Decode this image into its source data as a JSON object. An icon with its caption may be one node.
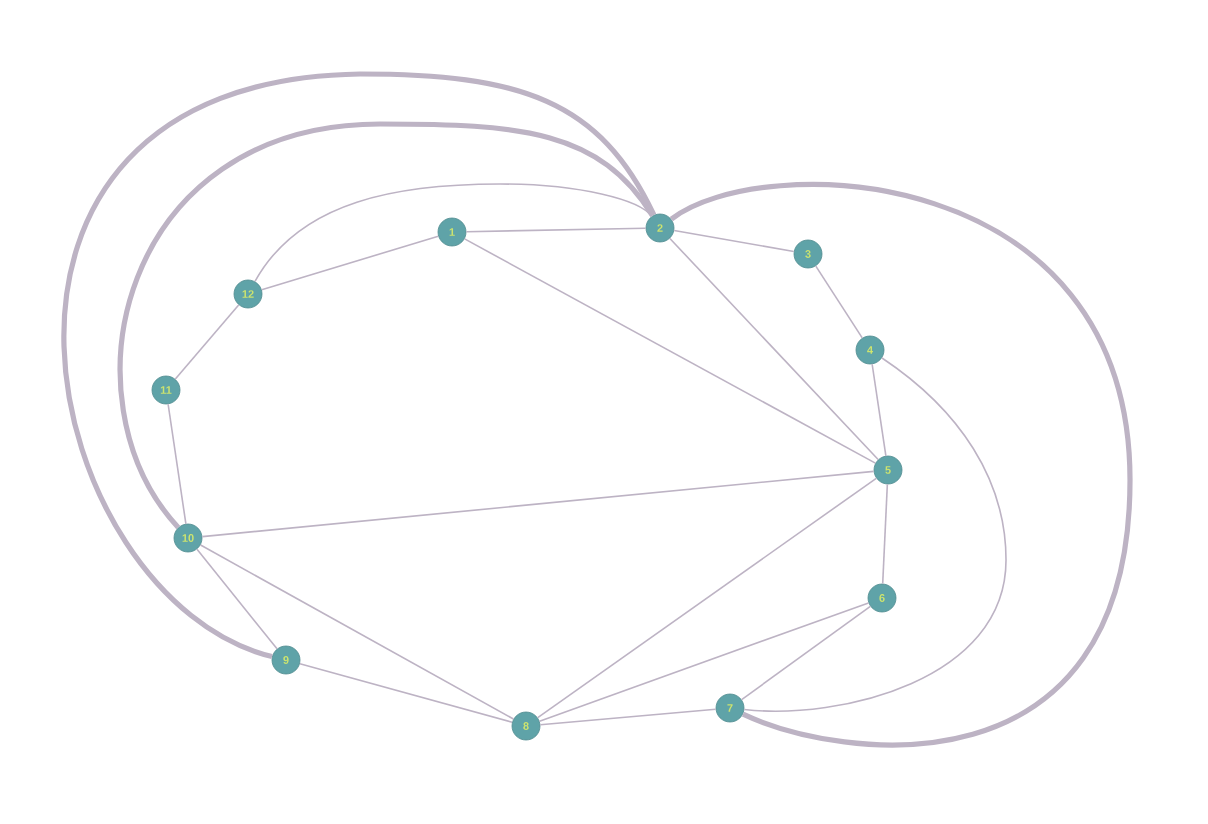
{
  "diagram": {
    "nodes": [
      {
        "text": [
          "1"
        ]
      },
      {
        "text": [
          "2"
        ]
      },
      {
        "text": [
          "3"
        ]
      },
      {
        "text": [
          "4"
        ]
      },
      {
        "text": [
          "5"
        ]
      },
      {
        "text": [
          "6"
        ]
      },
      {
        "text": [
          "7"
        ]
      },
      {
        "text": [
          "8"
        ]
      },
      {
        "text": [
          "9"
        ]
      },
      {
        "text": [
          "10"
        ]
      },
      {
        "text": [
          "11"
        ]
      },
      {
        "text": [
          "12"
        ]
      }
    ],
    "edges": [
      {
        "from": 0,
        "to": 1,
        "arrow": "none"
      },
      {
        "from": 0,
        "to": 11,
        "arrow": "none"
      },
      {
        "from": 0,
        "to": 4,
        "arrow": "none"
      },
      {
        "from": 1,
        "to": 2,
        "arrow": "none"
      },
      {
        "from": 1,
        "to": 4,
        "arrow": "none"
      },
      {
        "from": 2,
        "to": 3,
        "arrow": "none"
      },
      {
        "from": 3,
        "to": 4,
        "arrow": "none"
      },
      {
        "from": 4,
        "to": 5,
        "arrow": "none"
      },
      {
        "from": 4,
        "to": 9,
        "arrow": "none"
      },
      {
        "from": 4,
        "to": 7,
        "arrow": "none"
      },
      {
        "from": 5,
        "to": 6,
        "arrow": "none"
      },
      {
        "from": 5,
        "to": 7,
        "arrow": "none"
      },
      {
        "from": 6,
        "to": 7,
        "arrow": "none"
      },
      {
        "from": 7,
        "to": 8,
        "arrow": "none"
      },
      {
        "from": 7,
        "to": 9,
        "arrow": "none"
      },
      {
        "from": 8,
        "to": 9,
        "arrow": "none"
      },
      {
        "from": 9,
        "to": 10,
        "arrow": "none"
      },
      {
        "from": 10,
        "to": 11,
        "arrow": "none"
      },
      {
        "from": 11,
        "to": 1,
        "arrow": "none"
      },
      {
        "from": 1,
        "to": 9,
        "arrow": "none",
        "style": "thick"
      },
      {
        "from": 1,
        "to": 8,
        "arrow": "none",
        "style": "thick"
      },
      {
        "from": 1,
        "to": 6,
        "arrow": "none",
        "style": "thick"
      },
      {
        "from": 3,
        "to": 6,
        "arrow": "none"
      }
    ]
  }
}
